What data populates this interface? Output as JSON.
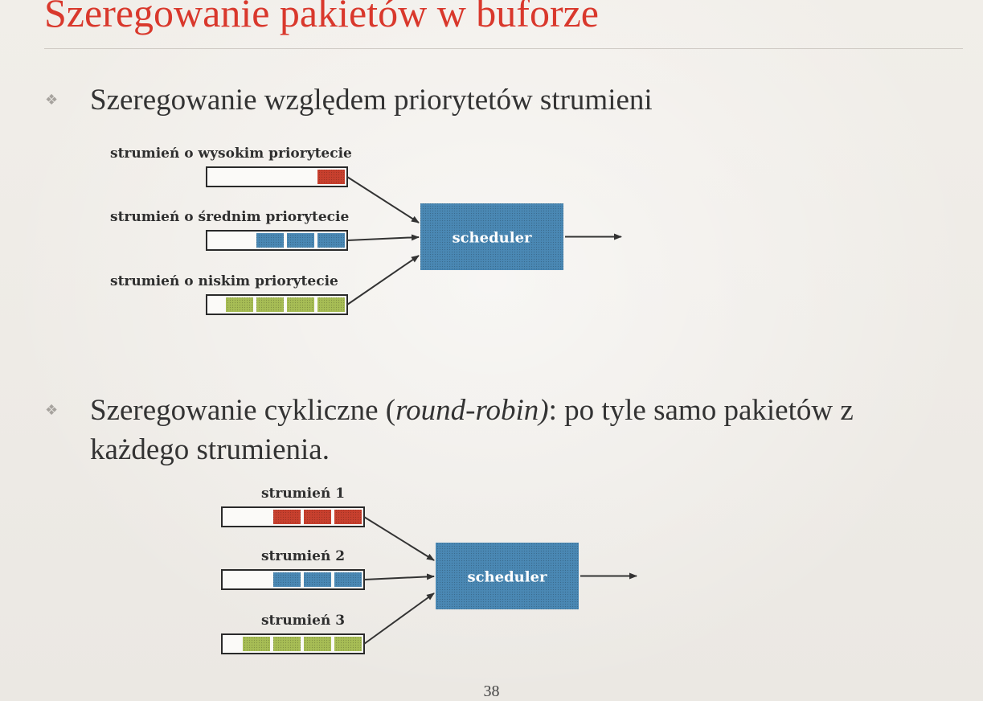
{
  "slide": {
    "title": "Szeregowanie pakietów w buforze",
    "page_number": "38"
  },
  "bullets": [
    {
      "marker": "❖",
      "text": "Szeregowanie względem priorytetów strumieni"
    },
    {
      "marker": "❖",
      "text_before": "Szeregowanie cykliczne (",
      "text_italic": "round-robin)",
      "text_after": ": po tyle samo pakietów z",
      "text_line2": "każdego strumienia."
    }
  ],
  "diagram_priority": {
    "queues": [
      {
        "label": "strumień o wysokim priorytecie",
        "packet_color": "red",
        "packets": 1
      },
      {
        "label": "strumień o średnim priorytecie",
        "packet_color": "blue",
        "packets": 3
      },
      {
        "label": "strumień o niskim priorytecie",
        "packet_color": "green",
        "packets": 4
      }
    ],
    "scheduler_label": "scheduler"
  },
  "diagram_round_robin": {
    "queues": [
      {
        "label": "strumień 1",
        "packet_color": "red",
        "packets": 3
      },
      {
        "label": "strumień 2",
        "packet_color": "blue",
        "packets": 3
      },
      {
        "label": "strumień 3",
        "packet_color": "green",
        "packets": 4
      }
    ],
    "scheduler_label": "scheduler"
  },
  "colors": {
    "title": "#d9382c",
    "red_packet": "#c8402e",
    "blue_packet": "#4a88b4",
    "green_packet": "#a7bd55",
    "scheduler": "#4a88b4"
  }
}
